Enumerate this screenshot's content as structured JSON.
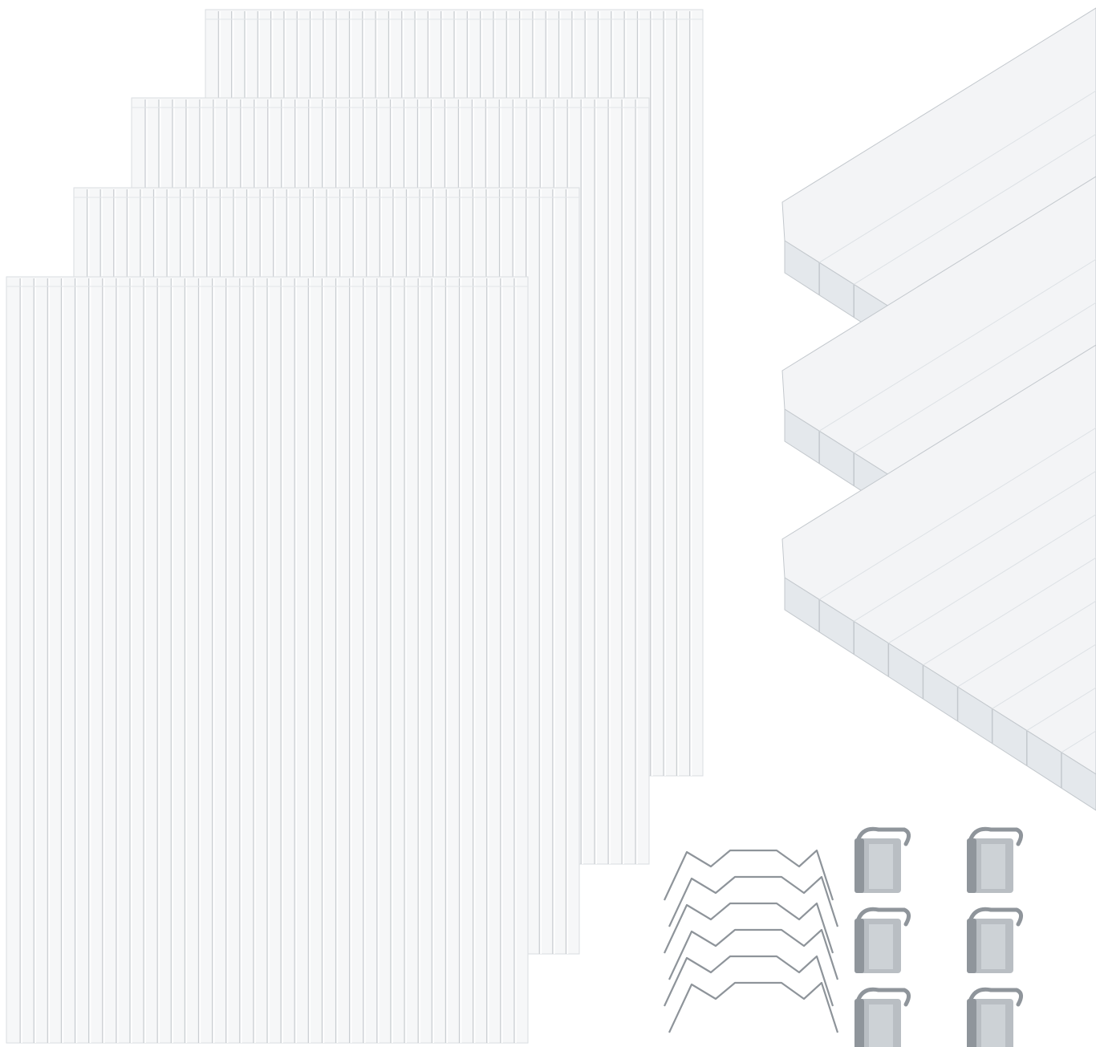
{
  "scene": {
    "background": "#ffffff",
    "stacked_panels": {
      "count": 4,
      "ribs_per_panel": 38,
      "panel_fill": "#f6f7f8",
      "rib_shadow": "#c9cdd1",
      "rib_highlight": "#ffffff"
    },
    "perspective_sheets": {
      "count": 3,
      "flutes_per_sheet": 9,
      "top_fill": "#f3f4f6",
      "edge_fill": "#e4e8ec",
      "line_color": "#c3c8cd"
    },
    "wire_clips": {
      "count": 6,
      "color": "#8e949a"
    },
    "metal_clips": {
      "count": 6,
      "face": "#b9bec3",
      "shade": "#8f959b",
      "light": "#dfe2e5"
    }
  }
}
